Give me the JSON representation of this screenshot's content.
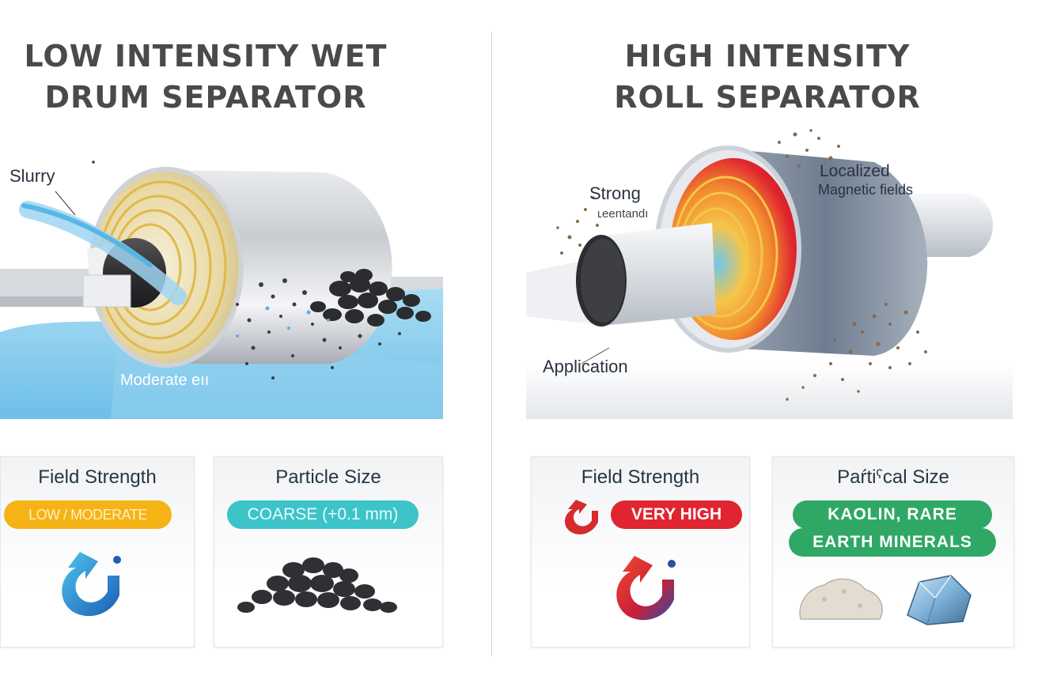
{
  "left": {
    "title_line1": "LOW INTENSITY WET",
    "title_line2": "DRUM SEPARATOR",
    "callouts": {
      "slurry": "Slurry",
      "moderate": "Moderate eıı"
    },
    "cards": [
      {
        "title": "Field Strength",
        "value": "LOW / MODERATE",
        "icon": "magnet-arrow-icon"
      },
      {
        "title": "Particle Size",
        "value": "COARSE (+0.1 mm)",
        "icon": "coarse-particles-icon"
      }
    ]
  },
  "right": {
    "title_line1": "HIGH INTENSITY",
    "title_line2": "ROLL SEPARATOR",
    "callouts": {
      "strong": "Strong",
      "strong_sub": "ʟeentandı",
      "localized": "Localized",
      "magnetic_fields": "Magnetic fields",
      "application": "Application"
    },
    "cards": [
      {
        "title": "Field Strength",
        "value": "VERY HIGH",
        "icon": "magnet-arrow-icon"
      },
      {
        "title": "Paŕtiˁcal Size",
        "value_line1": "KAOLIN, RARE",
        "value_line2": "EARTH MINERALS",
        "icon": "mineral-rocks-icon"
      }
    ]
  },
  "colors": {
    "title": "#4a4a4a",
    "low_pill": "#f5b316",
    "coarse_pill": "#3cc4c9",
    "very_high_pill": "#e02430",
    "kaolin_pill": "#2fa866",
    "water": "#7ec8ec"
  }
}
